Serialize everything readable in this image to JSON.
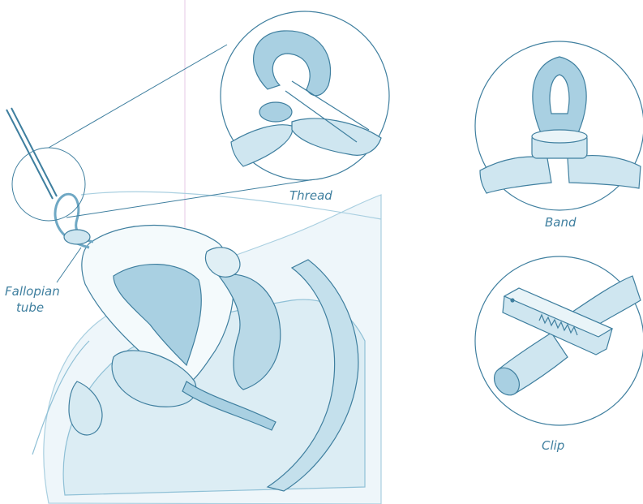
{
  "labels": {
    "thread": "Thread",
    "band": "Band",
    "clip": "Clip",
    "fallopian_line1": "Fallopian",
    "fallopian_line2": "tube"
  },
  "colors": {
    "line": "#3f7f9f",
    "fill_light": "#cfe6f0",
    "fill_mid": "#a9d0e2",
    "fill_dark": "#6fa8c4",
    "fill_pale": "#e9f4f8",
    "divider": "#d8b8d8"
  }
}
